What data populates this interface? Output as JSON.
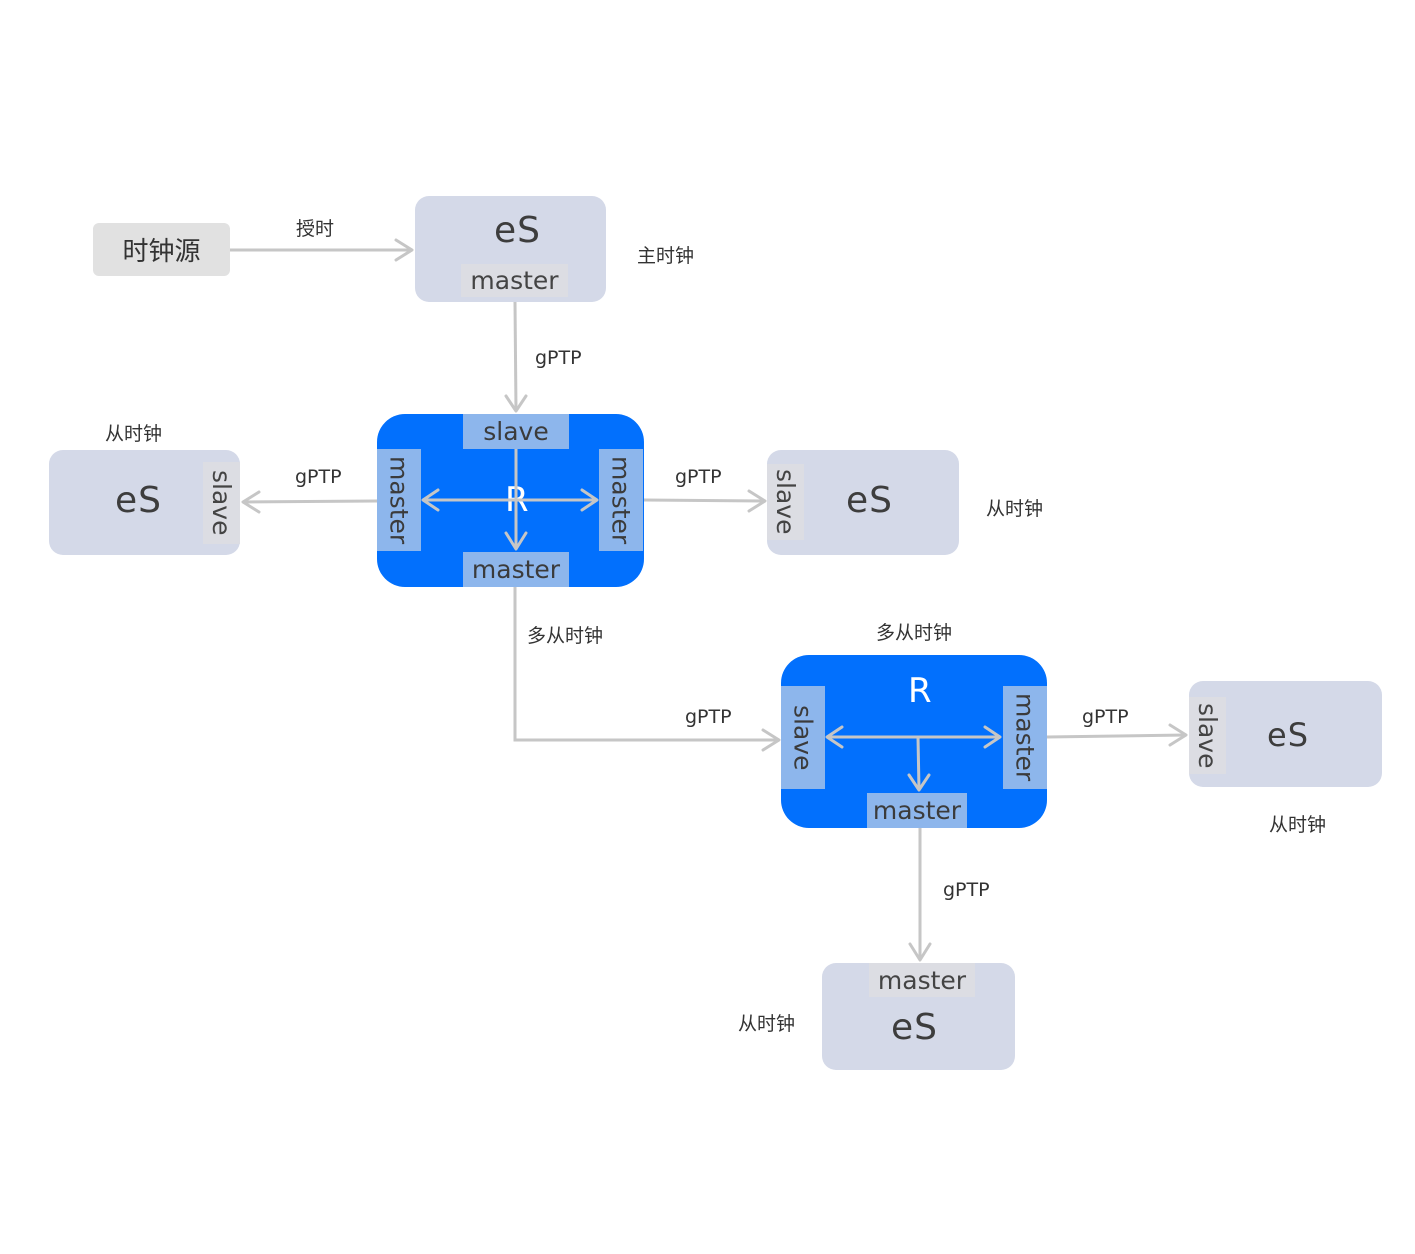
{
  "clock_source": {
    "label": "时钟源"
  },
  "edges": {
    "timing": "授时",
    "gptp": "gPTP",
    "multi_slave_edge": "多从时钟"
  },
  "grandmaster": {
    "device": "eS",
    "port": "master",
    "role": "主时钟"
  },
  "router1": {
    "device": "R",
    "top_port": "slave",
    "left_port": "master",
    "right_port": "master",
    "bottom_port": "master"
  },
  "left_es": {
    "device": "eS",
    "port": "slave",
    "role": "从时钟"
  },
  "right_es": {
    "device": "eS",
    "port": "slave",
    "role": "从时钟"
  },
  "router2": {
    "device": "R",
    "role": "多从时钟",
    "left_port": "slave",
    "right_port": "master",
    "bottom_port": "master"
  },
  "far_right_es": {
    "device": "eS",
    "port": "slave",
    "role": "从时钟"
  },
  "bottom_es": {
    "device": "eS",
    "port": "master",
    "role": "从时钟"
  },
  "colors": {
    "router": "#0270fd",
    "router_port": "#8db6ec",
    "endstation": "#d4d9e8",
    "endstation_port": "#dcdde3",
    "clock_source": "#e1e1e1",
    "connector": "#c6c6c6"
  }
}
